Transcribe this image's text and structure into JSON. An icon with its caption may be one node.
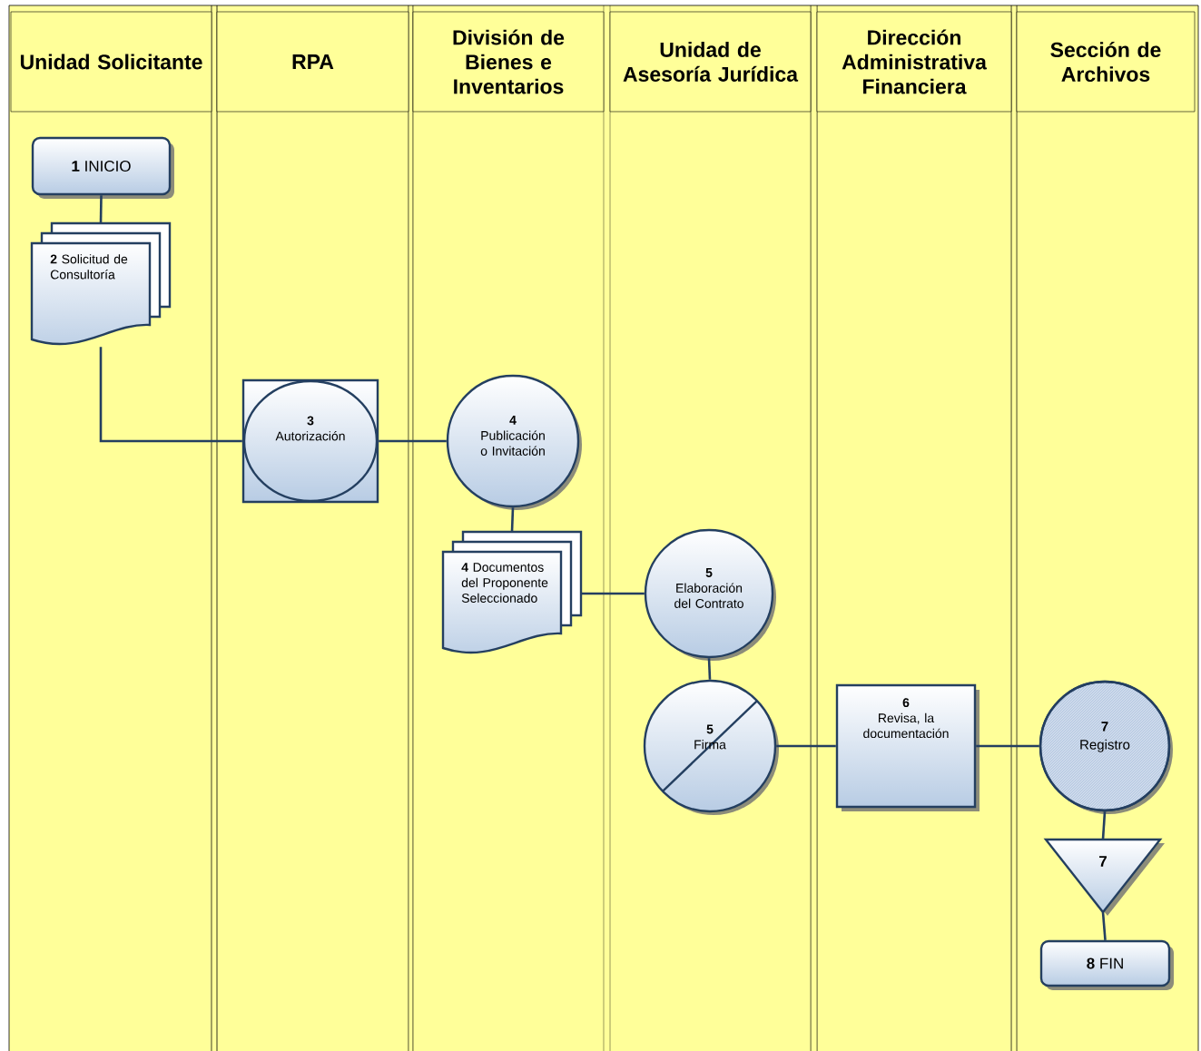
{
  "diagram": {
    "nodes": [
      {
        "text": [
          "Unidad Solicitante"
        ]
      },
      {
        "text": [
          "RPA"
        ]
      },
      {
        "text": [
          "División de Bienes e Inventarios"
        ]
      },
      {
        "text": [
          "Unidad de Asesoría Jurídica"
        ]
      },
      {
        "text": [
          "Dirección Administrativa Financiera"
        ]
      },
      {
        "text": [
          "Sección de Archivos"
        ]
      },
      {
        "text": [
          "**1** INICIO"
        ]
      },
      {
        "text": [
          "**2** Solicitud de Consultoría"
        ]
      },
      {
        "text": [
          "3",
          "Autorización"
        ]
      },
      {
        "text": [
          "4",
          "Publicación o Invitación"
        ]
      },
      {
        "text": [
          "**4** Documentos del Proponente Seleccionado"
        ]
      },
      {
        "text": [
          "5",
          "Elaboración del Contrato"
        ]
      },
      {
        "text": [
          "5",
          "Firma"
        ]
      },
      {
        "text": [
          "6",
          "Revisa, la documentación"
        ]
      },
      {
        "text": [
          "7",
          "Registro"
        ]
      },
      {
        "text": [
          "7"
        ]
      },
      {
        "text": [
          "**8** FIN"
        ]
      }
    ],
    "edges": [
      {
        "from": 6,
        "to": 7,
        "arrow": "none"
      },
      {
        "from": 7,
        "to": 8,
        "arrow": "none"
      },
      {
        "from": 8,
        "to": 9,
        "arrow": "none"
      },
      {
        "from": 9,
        "to": 10,
        "arrow": "none"
      },
      {
        "from": 10,
        "to": 11,
        "arrow": "none"
      },
      {
        "from": 11,
        "to": 12,
        "arrow": "none"
      },
      {
        "from": 12,
        "to": 13,
        "arrow": "none"
      },
      {
        "from": 13,
        "to": 14,
        "arrow": "none"
      },
      {
        "from": 14,
        "to": 15,
        "arrow": "none"
      },
      {
        "from": 15,
        "to": 16,
        "arrow": "none"
      }
    ]
  }
}
